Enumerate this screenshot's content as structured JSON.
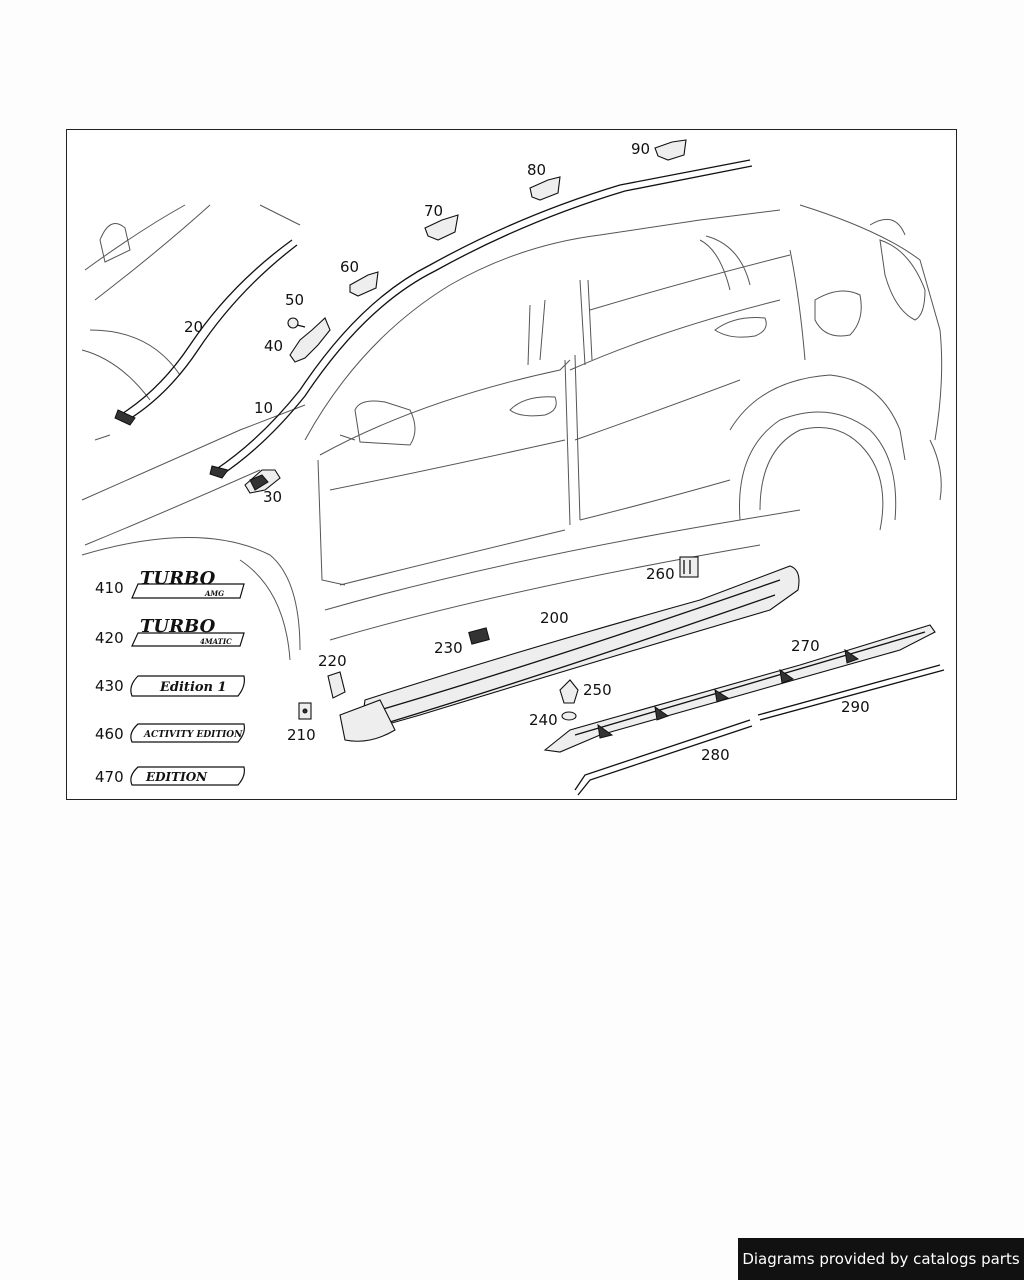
{
  "diagram": {
    "callouts": {
      "c10": "10",
      "c20": "20",
      "c30": "30",
      "c40": "40",
      "c50": "50",
      "c60": "60",
      "c70": "70",
      "c80": "80",
      "c90": "90",
      "c200": "200",
      "c210": "210",
      "c220": "220",
      "c230": "230",
      "c240": "240",
      "c250": "250",
      "c260": "260",
      "c270": "270",
      "c280": "280",
      "c290": "290",
      "c410": "410",
      "c420": "420",
      "c430": "430",
      "c460": "460",
      "c470": "470"
    },
    "badges": {
      "b410_main": "TURBO",
      "b410_sub": "AMG",
      "b420_main": "TURBO",
      "b420_sub": "4MATIC",
      "b430": "Edition 1",
      "b460": "ACTIVITY EDITION",
      "b470": "EDITION"
    }
  },
  "footer": {
    "text": "Diagrams provided by catalogs parts"
  }
}
